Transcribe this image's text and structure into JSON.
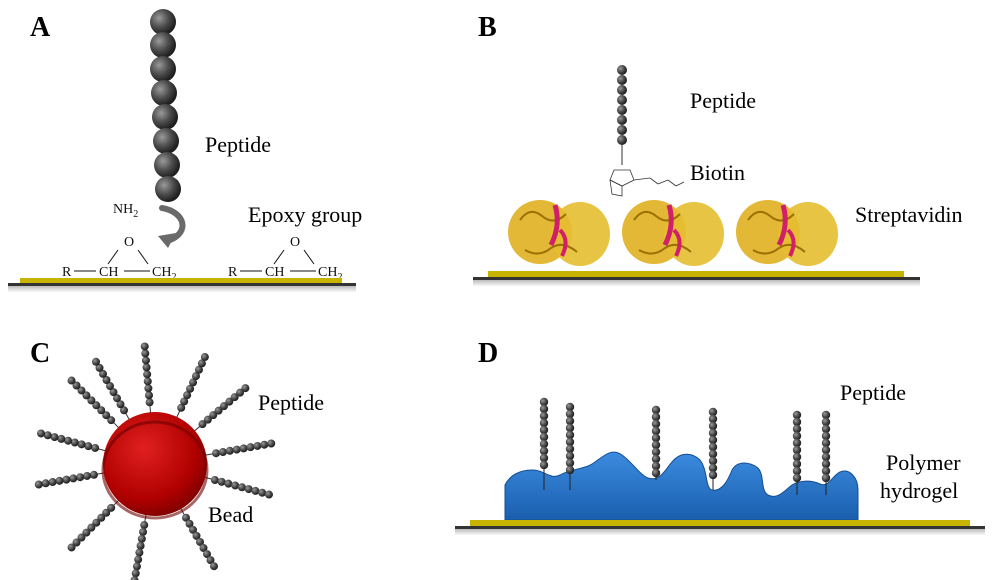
{
  "panels": {
    "A": {
      "letter": "A",
      "peptide_label": "Peptide",
      "amine_label": "NH",
      "amine_sub": "2",
      "epoxy_label": "Epoxy group",
      "chem": {
        "r": "R",
        "ch": "CH",
        "ch2": "CH",
        "ch2_sub": "2",
        "o": "O"
      }
    },
    "B": {
      "letter": "B",
      "peptide_label": "Peptide",
      "biotin_label": "Biotin",
      "streptavidin_label": "Streptavidin"
    },
    "C": {
      "letter": "C",
      "peptide_label": "Peptide",
      "bead_label": "Bead"
    },
    "D": {
      "letter": "D",
      "peptide_label": "Peptide",
      "hydrogel_label_1": "Polymer",
      "hydrogel_label_2": "hydrogel"
    }
  },
  "colors": {
    "bead_bead": "#4a4a4a",
    "surface_gold": "#c8b400",
    "surface_base": "#333333",
    "bead_red": "#c00000",
    "hydrogel_blue": "#1f6fc4",
    "protein_gold": "#e0b020",
    "protein_pink": "#d0206a"
  }
}
